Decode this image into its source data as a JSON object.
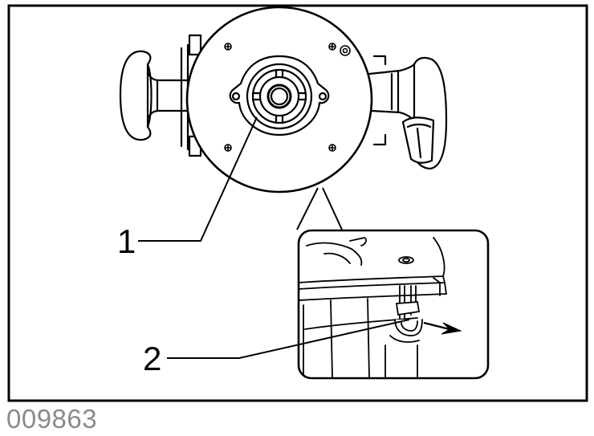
{
  "figure": {
    "callouts": [
      {
        "number": "1"
      },
      {
        "number": "2"
      }
    ],
    "figure_code": "009863"
  }
}
